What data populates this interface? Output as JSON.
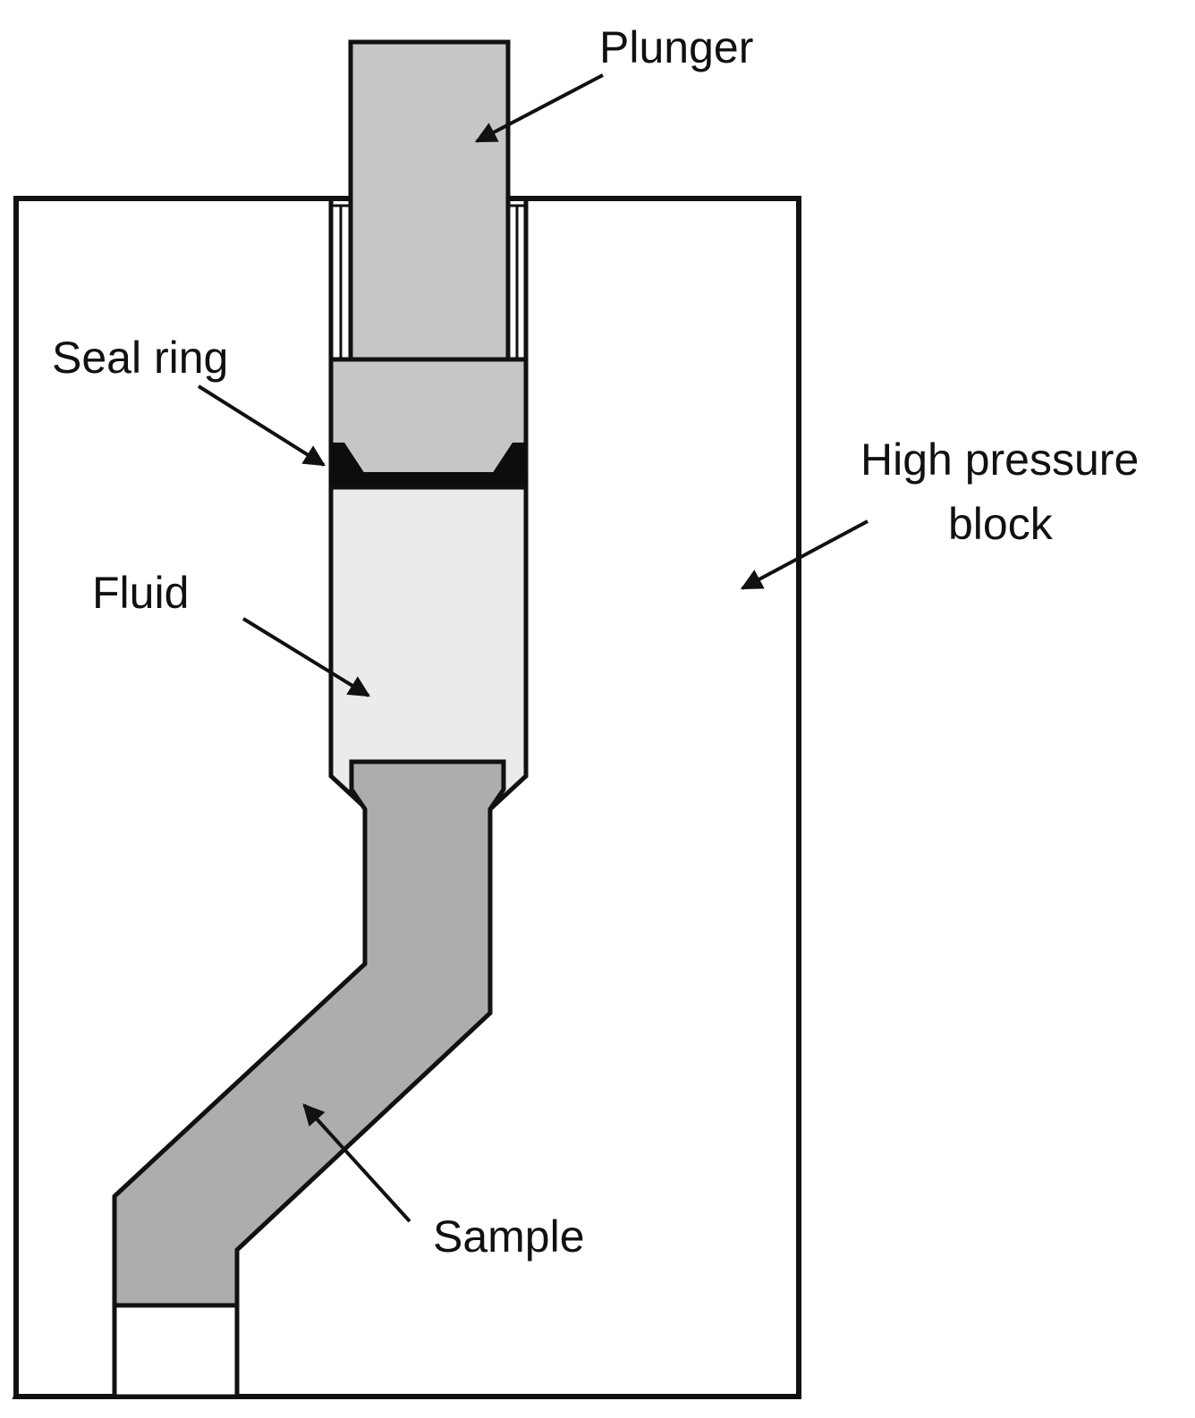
{
  "labels": {
    "plunger": "Plunger",
    "seal_ring": "Seal ring",
    "high_pressure_line1": "High pressure",
    "high_pressure_line2": "block",
    "fluid": "Fluid",
    "sample": "Sample"
  },
  "colors": {
    "outline": "#111111",
    "plunger": "#c6c6c6",
    "fluid": "#ebebeb",
    "sample": "#adadad",
    "seal": "#0d0d0d",
    "block": "#ffffff"
  }
}
